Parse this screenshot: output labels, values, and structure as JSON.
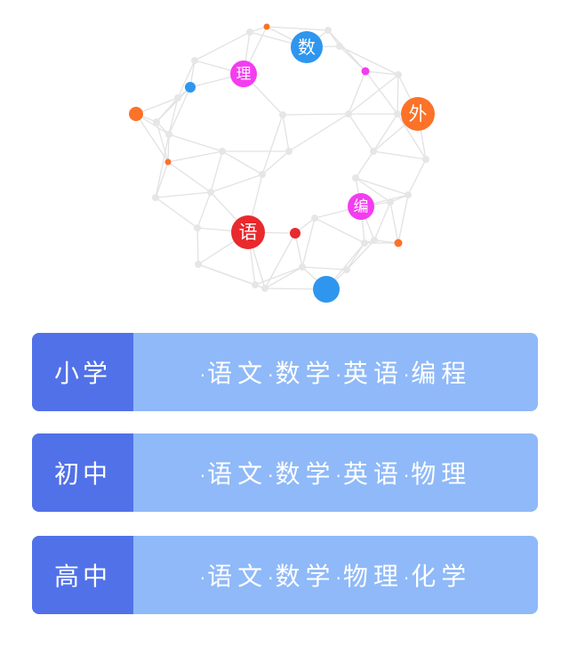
{
  "sphere": {
    "labels": [
      {
        "text": "数",
        "color": "#2e96ee"
      },
      {
        "text": "理",
        "color": "#f43cf0"
      },
      {
        "text": "外",
        "color": "#fb7228"
      },
      {
        "text": "编",
        "color": "#f43cf0"
      },
      {
        "text": "语",
        "color": "#e9292e"
      }
    ],
    "edge_color": "#e2e2e2",
    "node_color": "#e6e6e6"
  },
  "levels": [
    {
      "name": "小学",
      "subjects": [
        "语文",
        "数学",
        "英语",
        "编程"
      ]
    },
    {
      "name": "初中",
      "subjects": [
        "语文",
        "数学",
        "英语",
        "物理"
      ]
    },
    {
      "name": "高中",
      "subjects": [
        "语文",
        "数学",
        "物理",
        "化学"
      ]
    }
  ],
  "colors": {
    "level_bg": "#5171e8",
    "subjects_bg": "#8fb9f8"
  }
}
